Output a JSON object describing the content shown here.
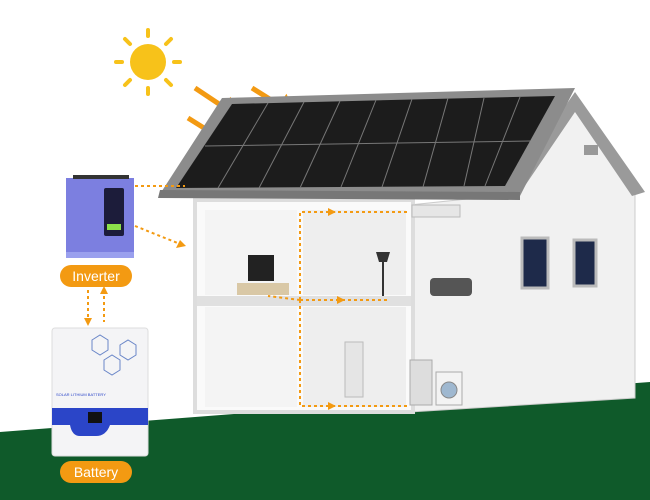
{
  "labels": {
    "inverter": "Inverter",
    "battery": "Battery"
  },
  "battery_text": "SOLAR LITHIUM BATTERY",
  "colors": {
    "flow": "#f39a12",
    "ground": "#0f5a2a",
    "panel": "#1c1c1c",
    "inverter": "#7c7fe0",
    "battery_band": "#2b45c8",
    "sun": "#f7c21a"
  }
}
